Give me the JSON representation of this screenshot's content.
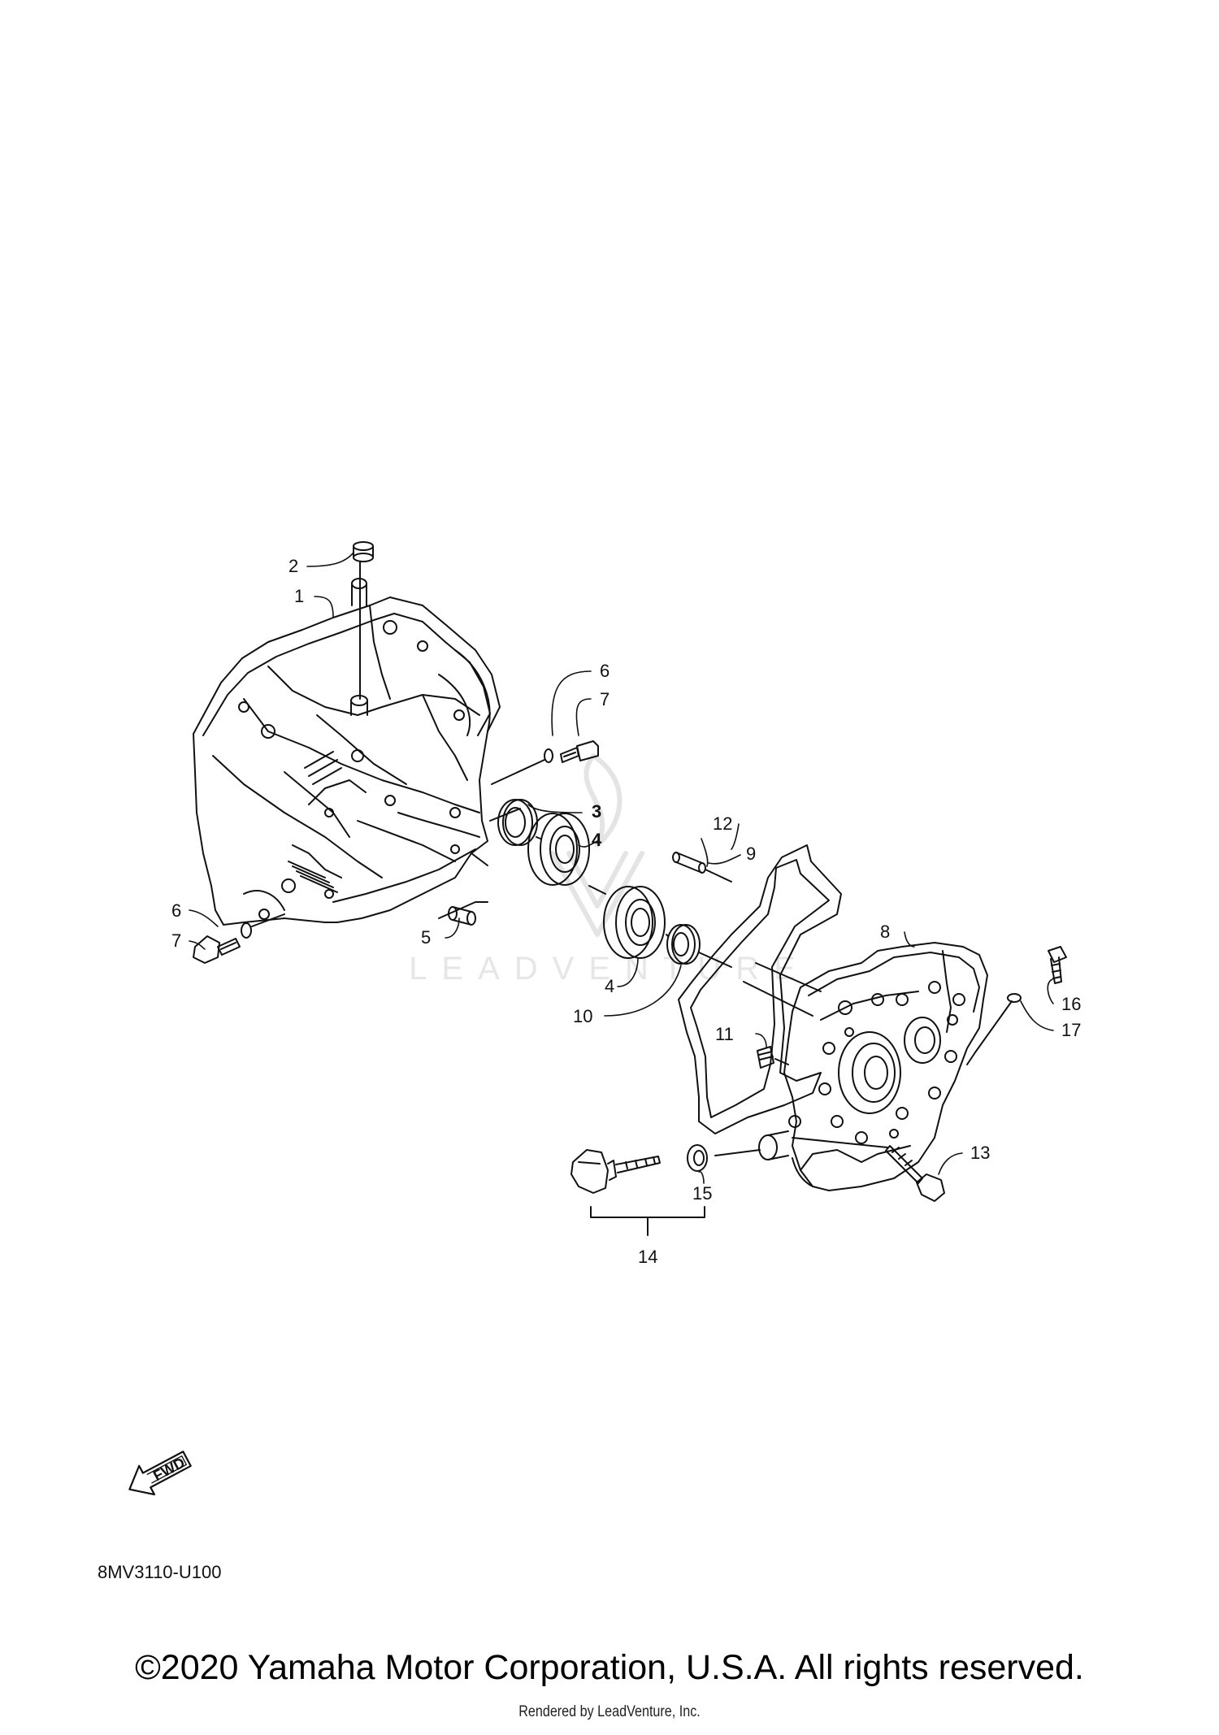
{
  "callouts": [
    {
      "id": "c2",
      "label": "2"
    },
    {
      "id": "c1",
      "label": "1"
    },
    {
      "id": "c6a",
      "label": "6"
    },
    {
      "id": "c7a",
      "label": "7"
    },
    {
      "id": "c3",
      "label": "3"
    },
    {
      "id": "c4a",
      "label": "4"
    },
    {
      "id": "c12",
      "label": "12"
    },
    {
      "id": "c9",
      "label": "9"
    },
    {
      "id": "c8",
      "label": "8"
    },
    {
      "id": "c6b",
      "label": "6"
    },
    {
      "id": "c7b",
      "label": "7"
    },
    {
      "id": "c5",
      "label": "5"
    },
    {
      "id": "c4b",
      "label": "4"
    },
    {
      "id": "c10",
      "label": "10"
    },
    {
      "id": "c16",
      "label": "16"
    },
    {
      "id": "c17",
      "label": "17"
    },
    {
      "id": "c11",
      "label": "11"
    },
    {
      "id": "c13",
      "label": "13"
    },
    {
      "id": "c15",
      "label": "15"
    },
    {
      "id": "c14",
      "label": "14"
    }
  ],
  "fwd_label": "FWD",
  "diagram_code": "8MV3110-U100",
  "watermark": "LEADVENTURE",
  "copyright": "©2020 Yamaha Motor Corporation, U.S.A. All rights reserved.",
  "rendered_by": "Rendered by LeadVenture, Inc.",
  "colors": {
    "line": "#111111",
    "watermark": "#e6e6e6"
  }
}
